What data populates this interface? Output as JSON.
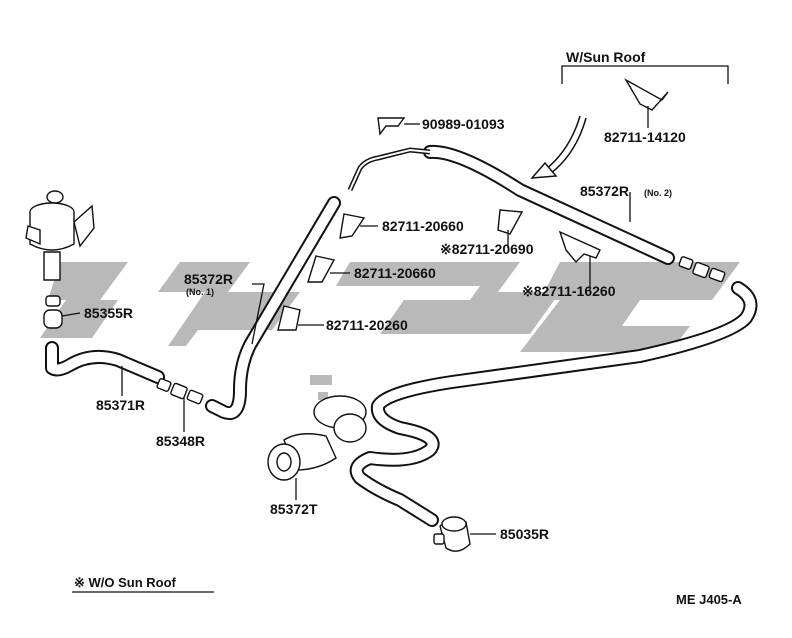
{
  "labels": {
    "wo_sunroof_note": "※ W/O Sun Roof",
    "w_sunroof": "W/Sun Roof",
    "ref_code": "ME J405-A",
    "p_90989_01093": "90989-01093",
    "p_82711_14120": "82711-14120",
    "p_85372R_no2": "85372R",
    "p_85372R_no2_sub": "(No. 2)",
    "p_82711_20660_a": "82711-20660",
    "p_82711_20690": "※82711-20690",
    "p_85372R_no1": "85372R",
    "p_85372R_no1_sub": "(No. 1)",
    "p_82711_20660_b": "82711-20660",
    "p_82711_16260": "※82711-16260",
    "p_85355R": "85355R",
    "p_82711_20260": "82711-20260",
    "p_85371R": "85371R",
    "p_85348R": "85348R",
    "p_85372T": "85372T",
    "p_85035R": "85035R"
  },
  "colors": {
    "line": "#111111",
    "watermark": "#b9b9b9",
    "background": "#ffffff"
  }
}
